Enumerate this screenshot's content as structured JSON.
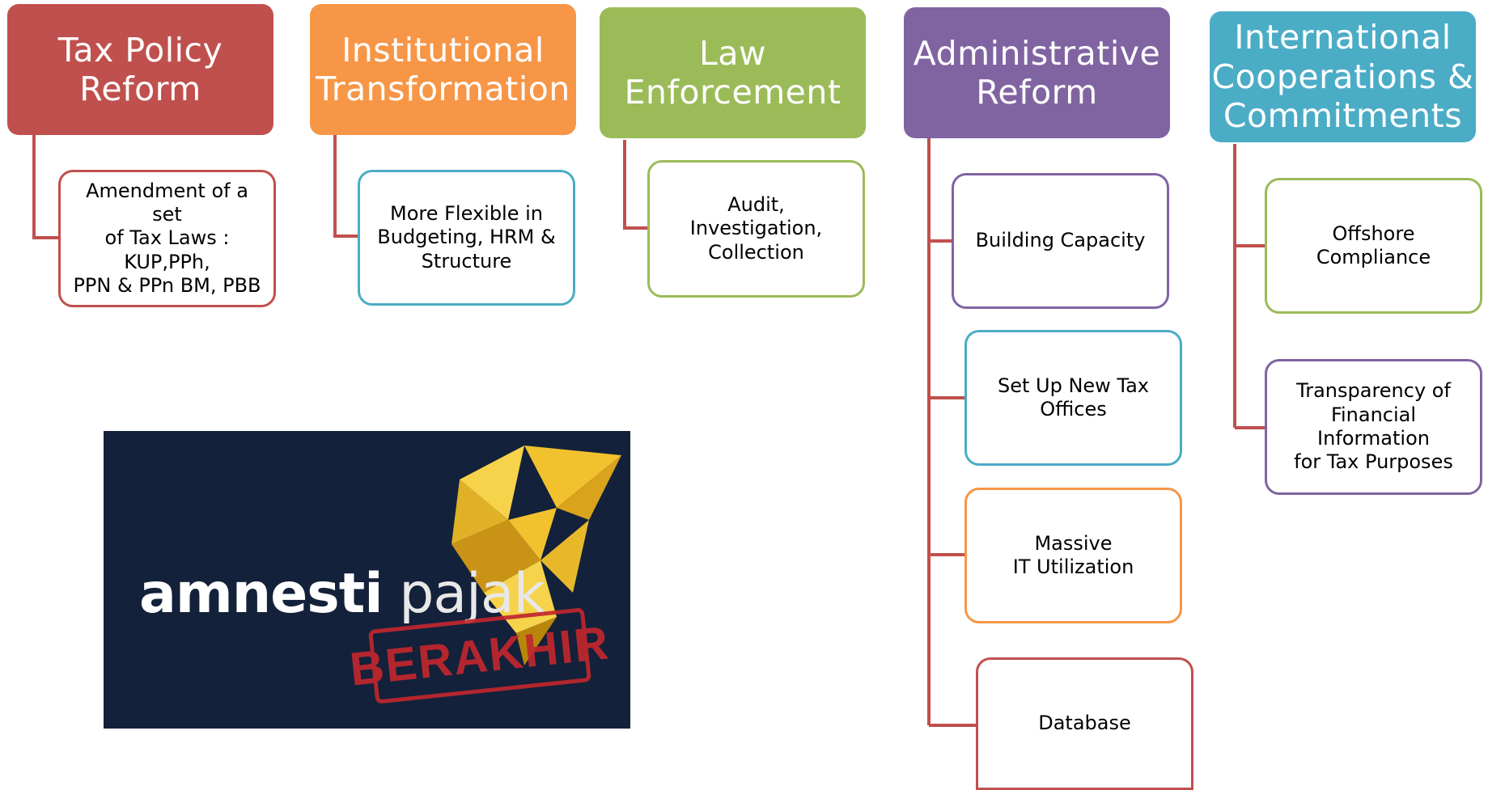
{
  "colors": {
    "connector": "#c0504d",
    "red": "#c0504d",
    "orange": "#f79646",
    "green": "#9bbb59",
    "purple": "#8064a2",
    "teal": "#4bacc6",
    "logo_bg": "#13213a"
  },
  "columns": [
    {
      "title_lines": [
        "Tax Policy",
        "Reform"
      ],
      "color": "#c0504d",
      "items": [
        {
          "text": "Amendment of a set\nof Tax Laws :\nKUP,PPh,\nPPN & PPn BM, PBB",
          "border": "#c0504d"
        }
      ]
    },
    {
      "title_lines": [
        "Institutional",
        "Transformation"
      ],
      "color": "#f79646",
      "items": [
        {
          "text": "More Flexible in\nBudgeting, HRM &\nStructure",
          "border": "#4bacc6"
        }
      ]
    },
    {
      "title_lines": [
        "Law",
        "Enforcement"
      ],
      "color": "#9bbb59",
      "items": [
        {
          "text": "Audit, Investigation,\nCollection",
          "border": "#9bbb59"
        }
      ]
    },
    {
      "title_lines": [
        "Administrative",
        "Reform"
      ],
      "color": "#8064a2",
      "items": [
        {
          "text": "Building Capacity",
          "border": "#8064a2"
        },
        {
          "text": "Set Up New Tax\nOffices",
          "border": "#4bacc6"
        },
        {
          "text": "Massive\nIT Utilization",
          "border": "#f79646"
        },
        {
          "text": "Database",
          "border": "#c0504d"
        }
      ]
    },
    {
      "title_lines": [
        "International",
        "Cooperations &",
        "Commitments"
      ],
      "color": "#4bacc6",
      "items": [
        {
          "text": "Offshore\nCompliance",
          "border": "#9bbb59"
        },
        {
          "text": "Transparency of\nFinancial Information\nfor Tax Purposes",
          "border": "#8064a2"
        }
      ]
    }
  ],
  "logo": {
    "word_bold": "amnesti",
    "word_light": "pajak",
    "stamp": "BERAKHIR",
    "bird_color": "#f2c12e"
  }
}
